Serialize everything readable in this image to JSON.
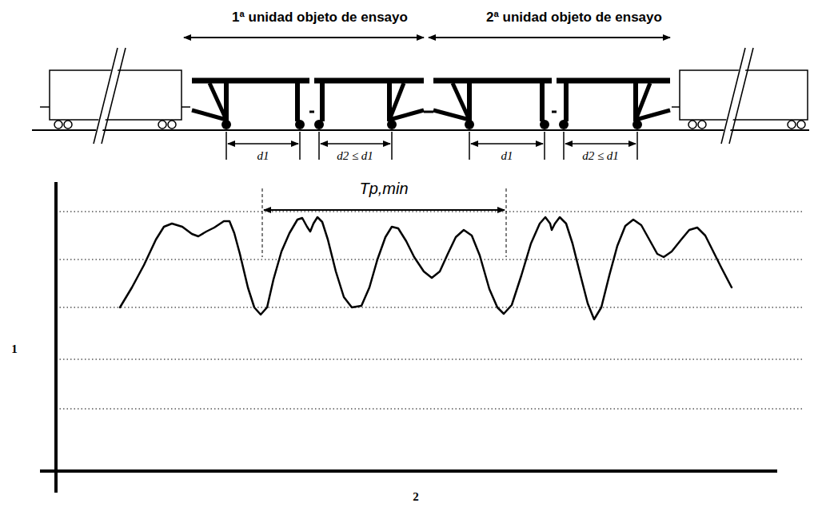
{
  "diagram": {
    "labels": [
      "1ª unidad objeto de ensayo",
      "2ª unidad objeto de ensayo",
      "d1",
      "d2 ≤ d1",
      "d1",
      "d2 ≤ d1",
      "Tp,min",
      "1",
      "2"
    ]
  }
}
